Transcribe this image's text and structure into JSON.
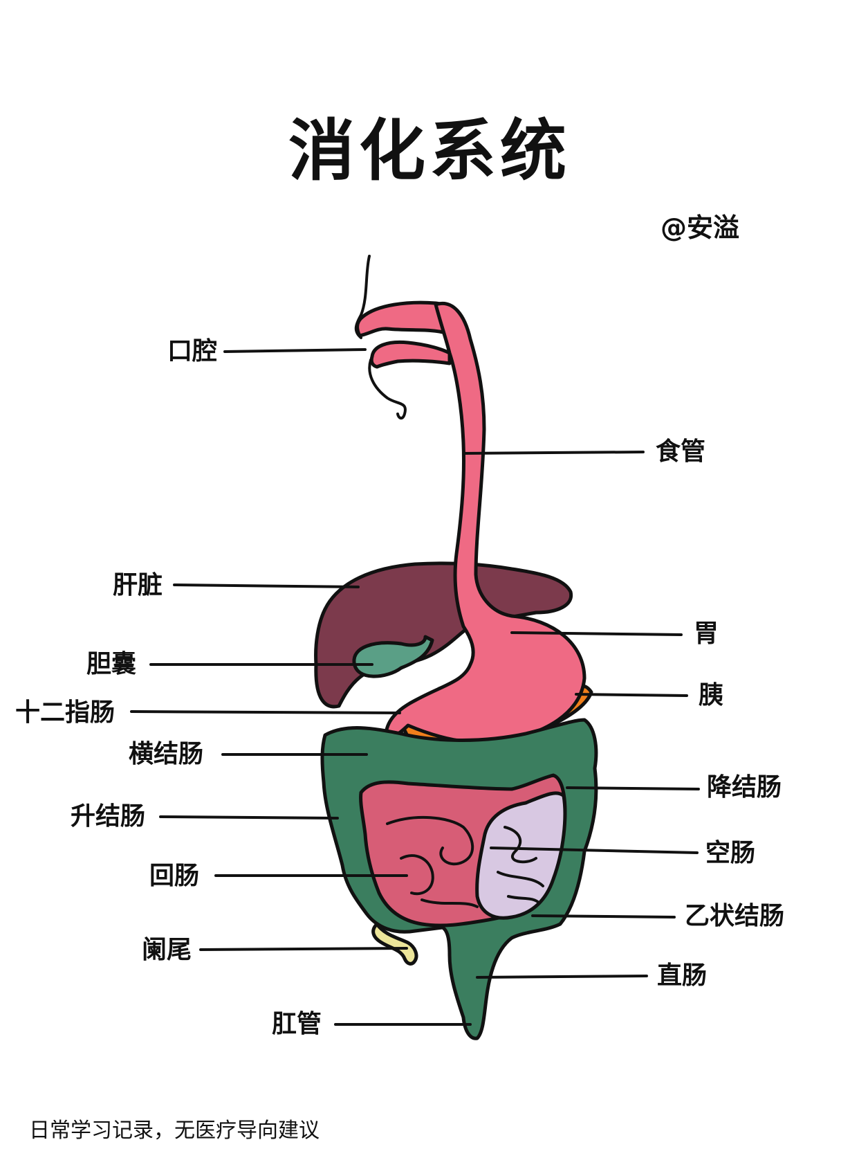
{
  "title": "消化系统",
  "author": "@安溢",
  "footer": "日常学习记录，无医疗导向建议",
  "labels": {
    "mouth": "口腔",
    "esophagus": "食管",
    "liver": "肝脏",
    "stomach": "胃",
    "gallbladder": "胆囊",
    "pancreas": "胰",
    "duodenum": "十二指肠",
    "transverse_colon": "横结肠",
    "descending_colon": "降结肠",
    "ascending_colon": "升结肠",
    "jejunum": "空肠",
    "ileum": "回肠",
    "sigmoid_colon": "乙状结肠",
    "appendix": "阑尾",
    "rectum": "直肠",
    "anus": "肛管"
  },
  "colors": {
    "esophagus_stomach": "#ef6a84",
    "liver": "#7c3a4c",
    "gallbladder": "#5a9f86",
    "pancreas": "#f07f1c",
    "large_intestine": "#3b7e5f",
    "ileum": "#d75d76",
    "jejunum": "#d8c8e2",
    "appendix": "#ece59a"
  }
}
